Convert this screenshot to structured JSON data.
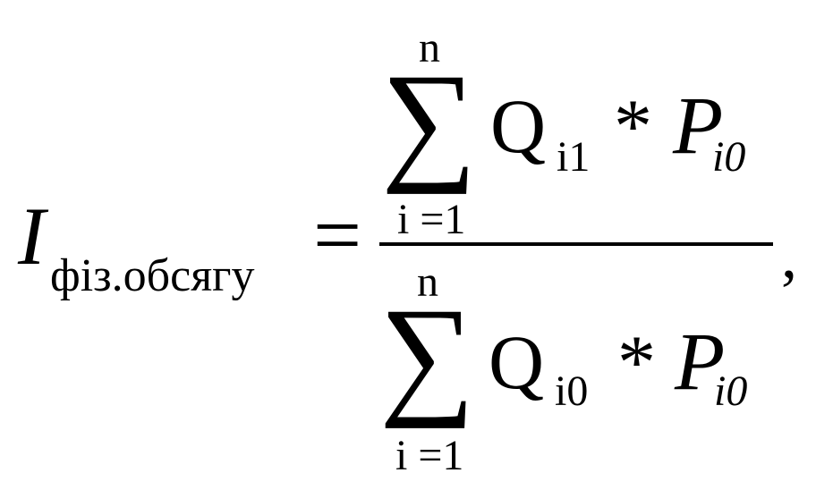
{
  "formula": {
    "lhs_symbol": "I",
    "lhs_subscript": "фіз.обсягу",
    "equals": "=",
    "comma": ",",
    "numerator": {
      "sum_symbol": "∑",
      "upper_limit": "n",
      "lower_limit": "i =1",
      "q_symbol": "Q",
      "q_subscript": "i1",
      "operator": "*",
      "p_symbol": "P",
      "p_subscript": "i0"
    },
    "denominator": {
      "sum_symbol": "∑",
      "upper_limit": "n",
      "lower_limit": "i =1",
      "q_symbol": "Q",
      "q_subscript": "i0",
      "operator": "*",
      "p_symbol": "P",
      "p_subscript": "i0"
    }
  }
}
